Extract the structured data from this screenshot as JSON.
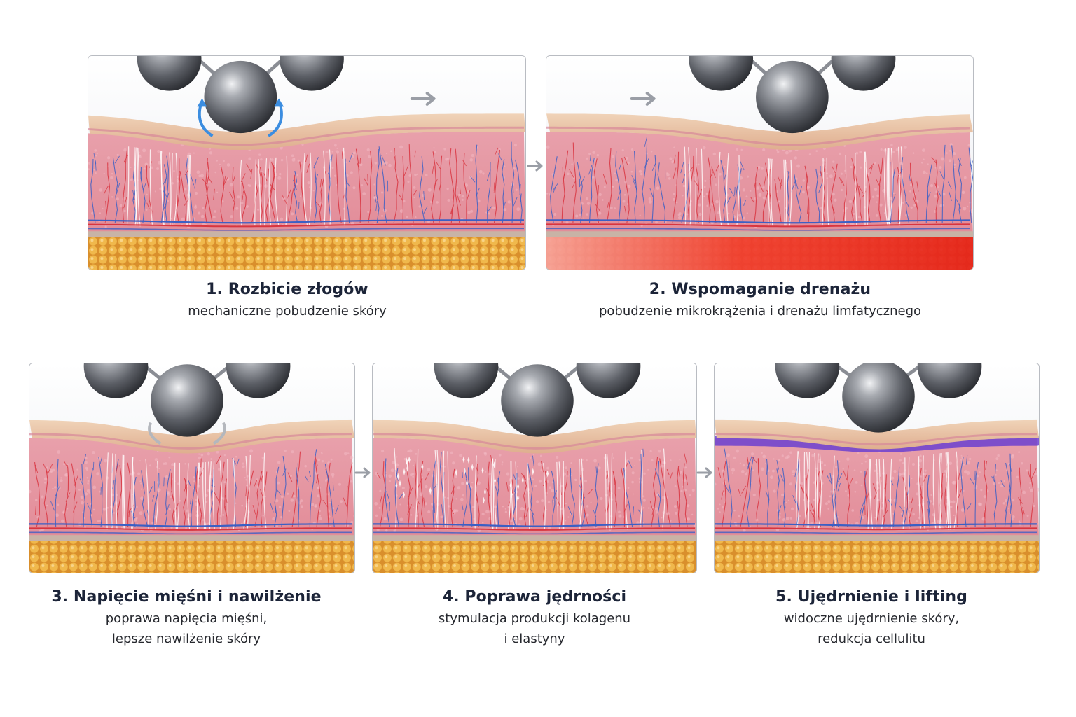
{
  "colors": {
    "epidermis": "#e9c2a2",
    "dermis": "#e79aa6",
    "fat": "#e8ad45",
    "artery": "#d8343f",
    "vein": "#3b5fc4",
    "lymph_accent": "#6b3fd0",
    "drainage_accent": "#ee2a1f",
    "connector": "#9a9ea6",
    "title_text": "#1c2438",
    "desc_text": "#26282e"
  },
  "steps": [
    {
      "title": "1. Rozbicie złogów",
      "desc_lines": [
        "mechaniczne pobudzenie skóry"
      ],
      "icons": [
        "roller-sphere-icon",
        "motion-arrow-icon",
        "direction-arrow-icon"
      ]
    },
    {
      "title": "2. Wspomaganie drenażu",
      "desc_lines": [
        "pobudzenie mikrokrążenia i drenażu limfatycznego"
      ],
      "icons": [
        "roller-sphere-icon",
        "direction-arrow-icon"
      ]
    },
    {
      "title": "3. Napięcie mięśni i nawilżenie",
      "desc_lines": [
        "poprawa napięcia mięśni,",
        "lepsze nawilżenie skóry"
      ],
      "icons": [
        "roller-sphere-icon",
        "motion-arrow-icon"
      ]
    },
    {
      "title": "4. Poprawa jędrności",
      "desc_lines": [
        "stymulacja produkcji kolagenu",
        "i elastyny"
      ],
      "icons": [
        "roller-sphere-icon",
        "sparkle-icon"
      ]
    },
    {
      "title": "5. Ujędrnienie i lifting",
      "desc_lines": [
        "widoczne ujędrnienie skóry,",
        "redukcja cellulitu"
      ],
      "icons": [
        "roller-sphere-icon"
      ]
    }
  ]
}
